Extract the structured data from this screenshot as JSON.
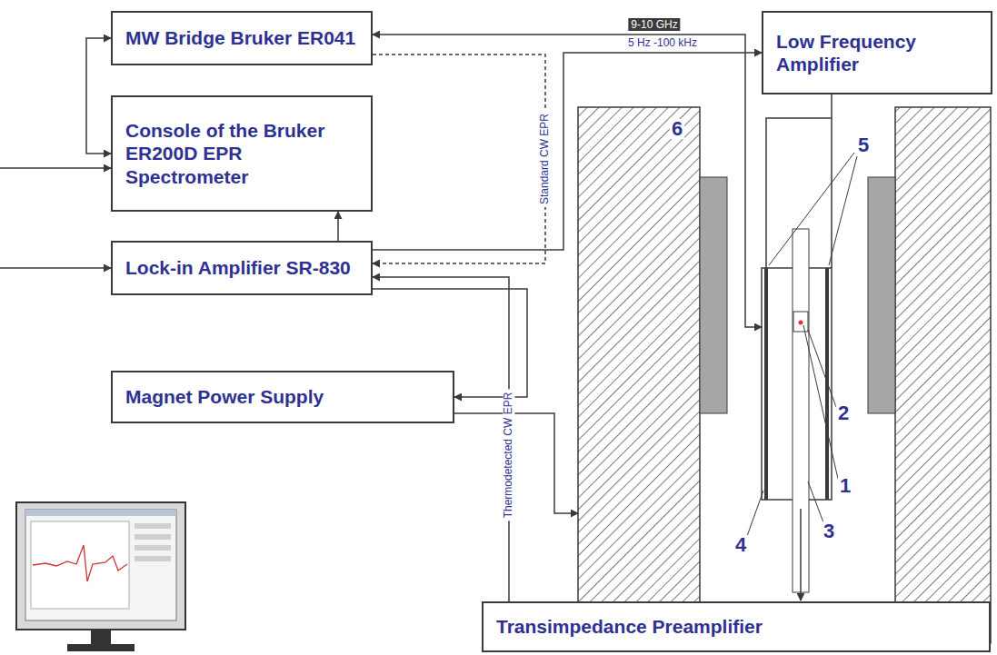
{
  "diagram": {
    "nodes": [
      {
        "text": [
          "MW Bridge Bruker ER041"
        ]
      },
      {
        "text": [
          "Console of the Bruker ER200D EPR Spectrometer"
        ]
      },
      {
        "text": [
          "Lock-in Amplifier SR-830"
        ]
      },
      {
        "text": [
          "Magnet Power Supply"
        ]
      },
      {
        "text": [
          "Low Frequency Amplifier"
        ]
      },
      {
        "text": [
          "Transimpedance Preamplifier"
        ]
      }
    ],
    "edges": [
      {
        "from": 1,
        "to": 0,
        "arrow": "both"
      },
      {
        "from": 2,
        "to": 4,
        "arrow": "to",
        "label": "5 Hz -100 kHz"
      },
      {
        "from": 2,
        "to": 3,
        "arrow": "to"
      },
      {
        "from": 0,
        "to": 2,
        "arrow": "to",
        "label": "Standard CW EPR"
      },
      {
        "from": 2,
        "to": 1,
        "arrow": "to"
      },
      {
        "from": 5,
        "to": 2,
        "arrow": "to",
        "label": "Thermodetected CW EPR"
      }
    ],
    "labels": [
      "9-10 GHz",
      "6",
      "5",
      "2",
      "1",
      "3",
      "4"
    ]
  }
}
